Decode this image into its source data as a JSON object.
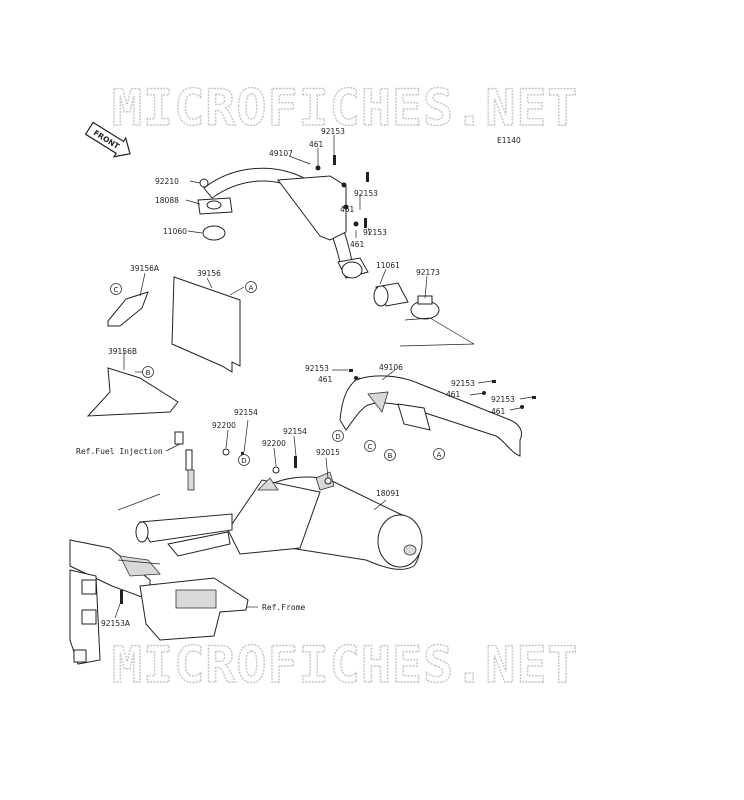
{
  "watermark": "MICROFICHES.NET",
  "diagram_id": "E1140",
  "front_label": "FRONT",
  "refs": {
    "fuel_injection": "Ref.Fuel Injection",
    "frame": "Ref.Frome"
  },
  "callouts": [
    "A",
    "B",
    "C",
    "D"
  ],
  "parts": {
    "p92153_top": "92153",
    "p461_top": "461",
    "p49107": "49107",
    "p92210": "92210",
    "p18088": "18088",
    "p11060": "11060",
    "p461_a": "461",
    "p92153_a": "92153",
    "p461_b": "461",
    "p92153_b": "92153",
    "p11061": "11061",
    "p92173": "92173",
    "p39156A": "39156A",
    "p39156": "39156",
    "p39156B": "39156B",
    "p92153_c": "92153",
    "p49106": "49106",
    "p461_c": "461",
    "p92153_d": "92153",
    "p461_d": "461",
    "p92153_e": "92153",
    "p461_e": "461",
    "p92154_a": "92154",
    "p92200_a": "92200",
    "p92154_b": "92154",
    "p92200_b": "92200",
    "p92015": "92015",
    "p18091": "18091",
    "p92153A": "92153A"
  }
}
